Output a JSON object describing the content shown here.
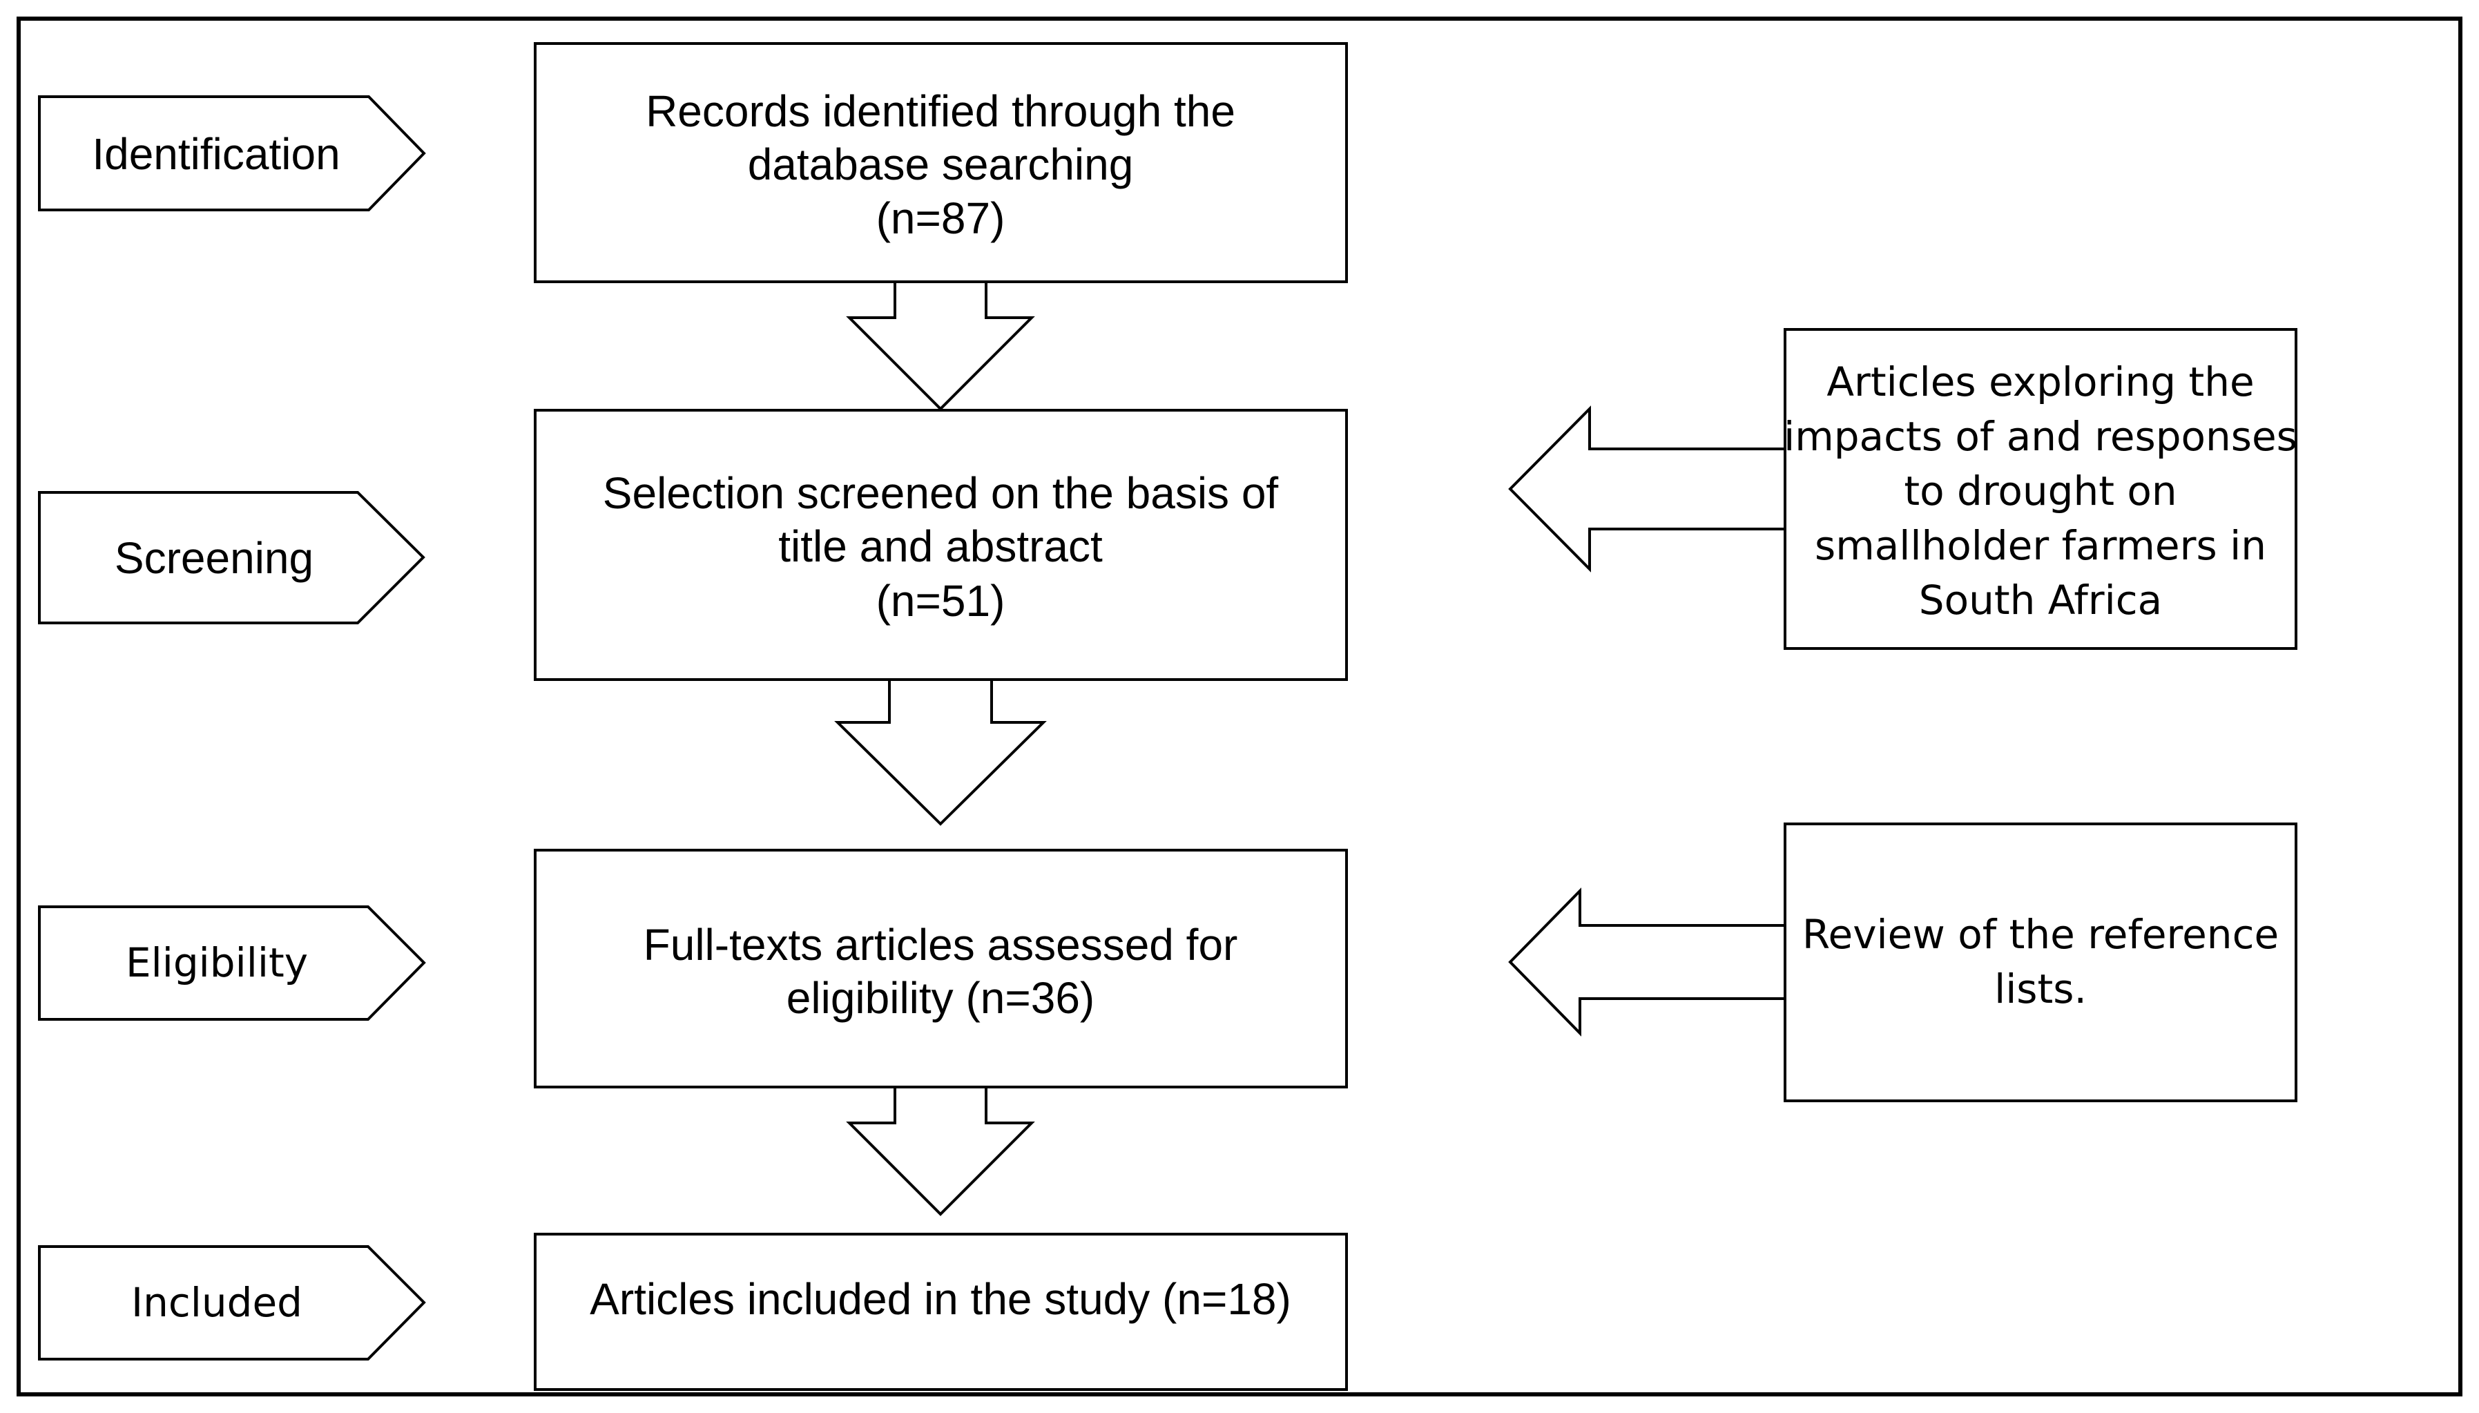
{
  "stages": {
    "identification": "Identification",
    "screening": "Screening",
    "eligibility": "Eligibility",
    "included": "Included"
  },
  "boxes": {
    "records": {
      "line1": "Records identified through the",
      "line2": "database searching",
      "line3": "(n=87)"
    },
    "selection": {
      "line1": "Selection screened on the basis of",
      "line2": "title and abstract",
      "line3": "(n=51)"
    },
    "fulltext": {
      "line1": "Full-texts articles assessed for",
      "line2": "eligibility (n=36)"
    },
    "included": {
      "line1": "Articles included in the study (n=18)"
    }
  },
  "side_boxes": {
    "criteria": {
      "line1": "Articles exploring the",
      "line2": "impacts of and responses",
      "line3": "to drought on",
      "line4": "smallholder farmers in",
      "line5": "South Africa"
    },
    "reference": {
      "line1": "Review of the reference",
      "line2": "lists."
    }
  }
}
